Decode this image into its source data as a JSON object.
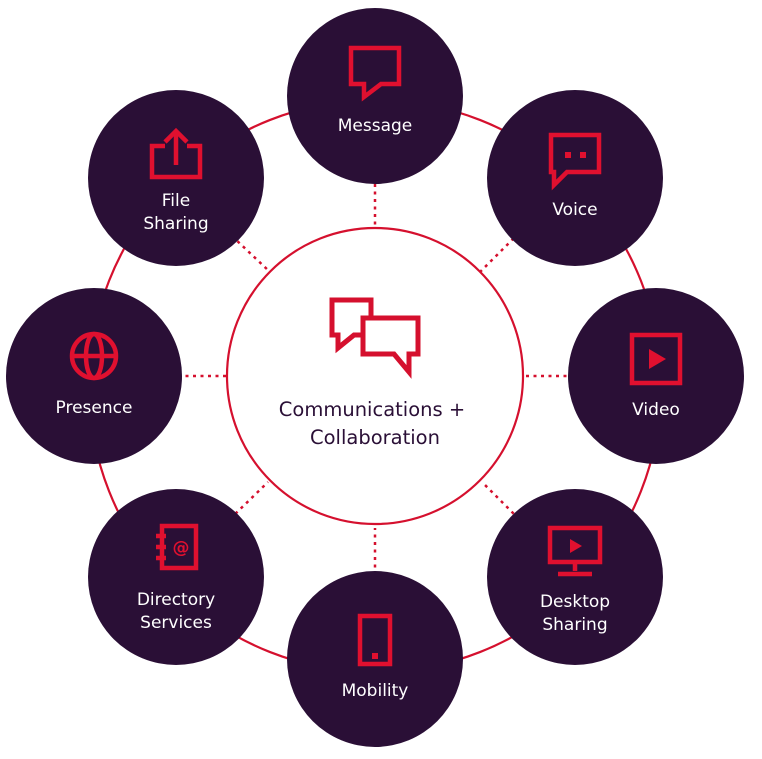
{
  "center": {
    "line1": "Communications +",
    "line2": "Collaboration",
    "icon": "two-speech-bubbles-icon"
  },
  "nodes": [
    {
      "id": "message",
      "lines": [
        "Message"
      ],
      "icon": "speech-bubble-icon"
    },
    {
      "id": "voice",
      "lines": [
        "Voice"
      ],
      "icon": "chat-bubble-dots-icon"
    },
    {
      "id": "video",
      "lines": [
        "Video"
      ],
      "icon": "play-button-icon"
    },
    {
      "id": "desktop-sharing",
      "lines": [
        "Desktop",
        "Sharing"
      ],
      "icon": "monitor-play-icon"
    },
    {
      "id": "mobility",
      "lines": [
        "Mobility"
      ],
      "icon": "mobile-phone-icon"
    },
    {
      "id": "directory-services",
      "lines": [
        "Directory",
        "Services"
      ],
      "icon": "address-book-icon"
    },
    {
      "id": "presence",
      "lines": [
        "Presence"
      ],
      "icon": "globe-icon"
    },
    {
      "id": "file-sharing",
      "lines": [
        "File",
        "Sharing"
      ],
      "icon": "upload-tray-icon"
    }
  ],
  "colors": {
    "accent": "#d5102e",
    "node_fill": "#2a0f36",
    "node_text": "#ffffff",
    "center_text": "#2a0f36",
    "background": "#ffffff"
  }
}
